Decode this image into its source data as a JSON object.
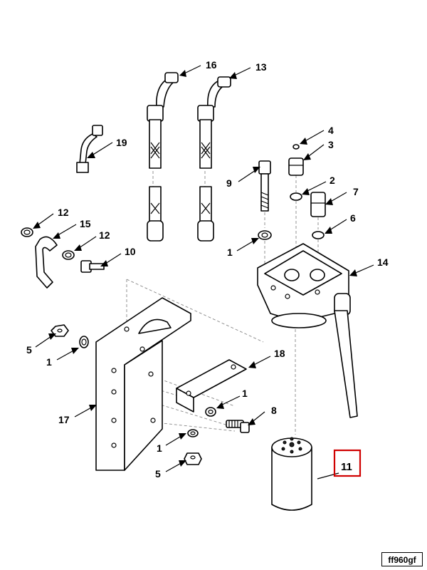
{
  "diagram": {
    "document_id": "ff960gf",
    "highlight_color": "#d00000",
    "highlighted_callout": "11",
    "callouts": {
      "c16": "16",
      "c13": "13",
      "c19": "19",
      "c4": "4",
      "c3": "3",
      "c9": "9",
      "c2": "2",
      "c7": "7",
      "c12a": "12",
      "c15": "15",
      "c12b": "12",
      "c6": "6",
      "c1a": "1",
      "c10": "10",
      "c14": "14",
      "c5a": "5",
      "c1b": "1",
      "c18": "18",
      "c1c": "1",
      "c17": "17",
      "c8": "8",
      "c1d": "1",
      "c5b": "5",
      "c11": "11"
    }
  }
}
